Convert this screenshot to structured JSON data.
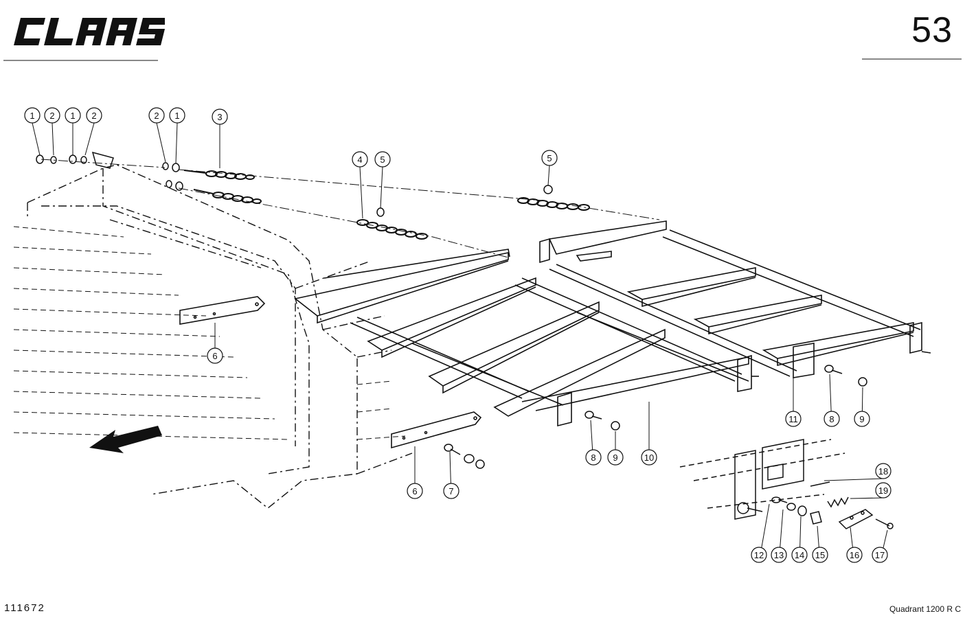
{
  "header": {
    "logo_text": "CLAAS",
    "page_number": "53"
  },
  "footer": {
    "doc_id": "111672",
    "model": "Quadrant 1200 R C"
  },
  "callouts": [
    "1",
    "2",
    "1",
    "2",
    "2",
    "1",
    "3",
    "4",
    "5",
    "5",
    "6",
    "6",
    "7",
    "8",
    "8",
    "9",
    "9",
    "10",
    "11",
    "12",
    "13",
    "14",
    "15",
    "16",
    "17",
    "18",
    "19"
  ]
}
